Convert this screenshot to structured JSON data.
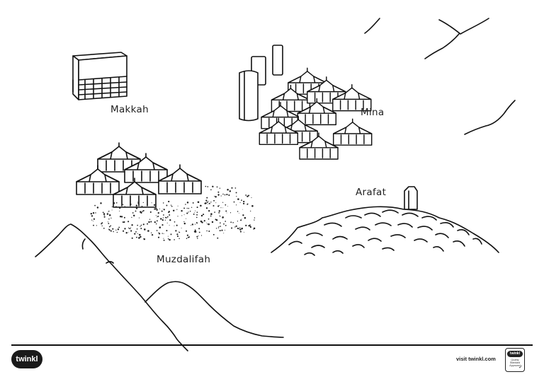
{
  "places": {
    "makkah": "Makkah",
    "mina": "Mina",
    "muzdalifah": "Muzdalifah",
    "arafat": "Arafat"
  },
  "footer": {
    "logo_text": "twinkl",
    "url": "visit twinkl.com",
    "badge_top": "twinkl",
    "badge_text": "Quality Standard Approved"
  },
  "icons": {
    "kaaba": "kaaba-icon",
    "tents": "tent-icon",
    "towers": "tower-icon",
    "stone_pillar": "pillar-icon",
    "badge_tick": "check-icon"
  },
  "colors": {
    "ink": "#111111",
    "paper": "#ffffff"
  }
}
